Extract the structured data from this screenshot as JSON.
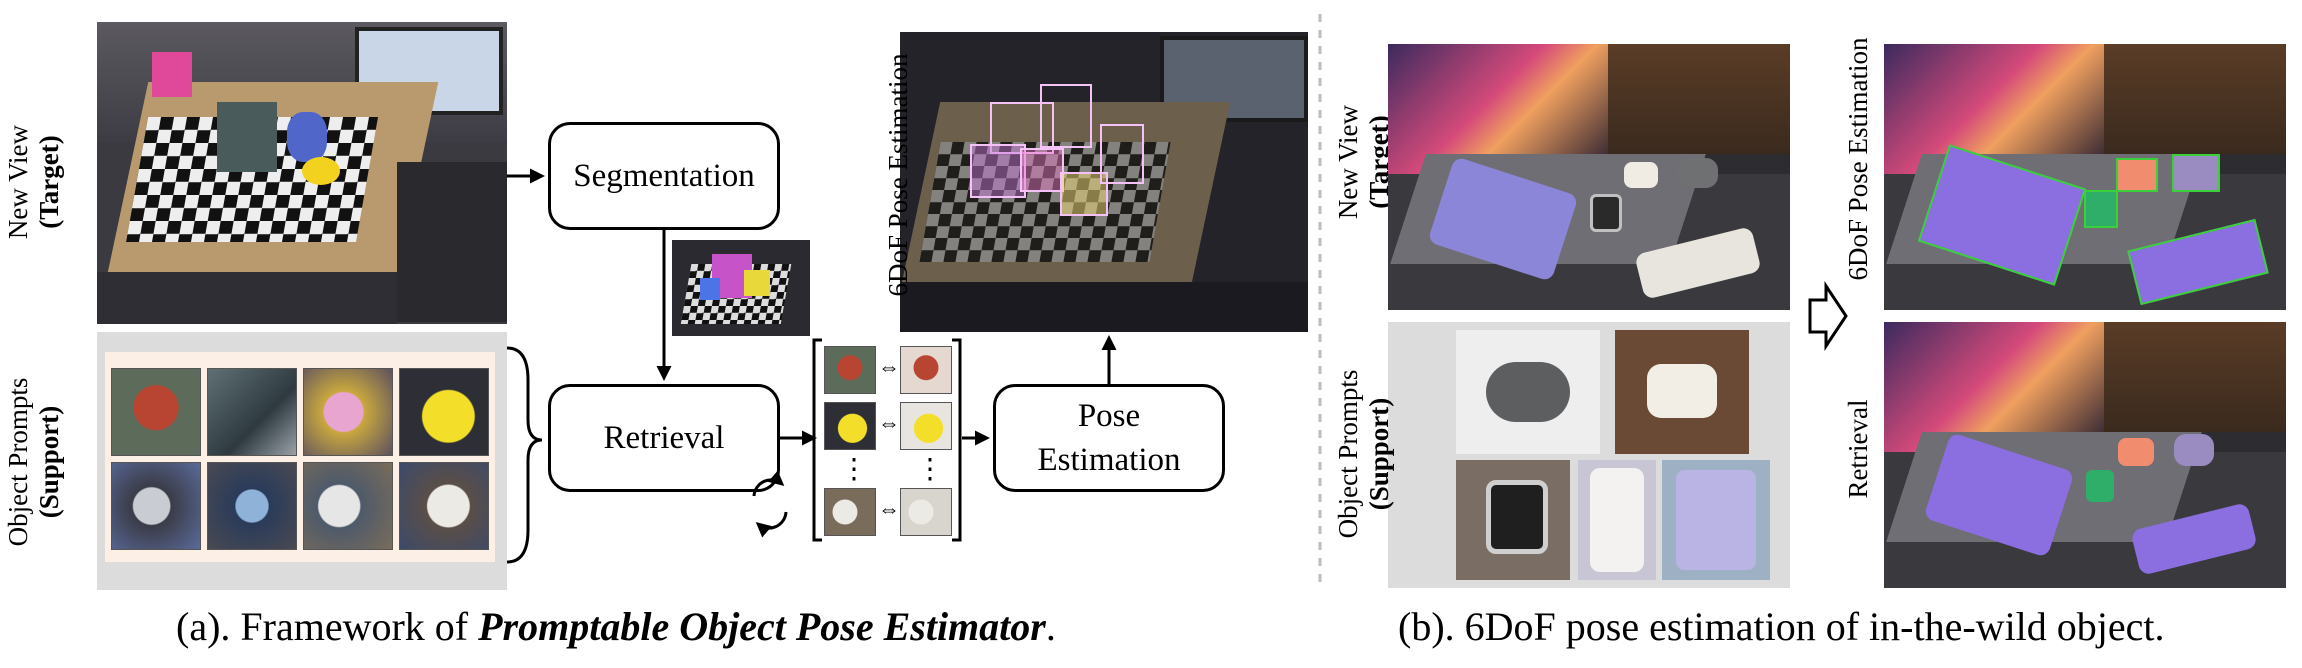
{
  "panel_a": {
    "target_label_line1": "New View",
    "target_label_line2": "(Target)",
    "support_label_line1": "Object Prompts",
    "support_label_line2": "(Support)",
    "pose_label": "6DoF Pose Estimation",
    "segmentation_label": "Segmentation",
    "retrieval_label": "Retrieval",
    "pose_estimation_label_line1": "Pose",
    "pose_estimation_label_line2": "Estimation",
    "dots": "⋮",
    "match_arrow": "⇔"
  },
  "panel_b": {
    "target_label_line1": "New View",
    "target_label_line2": "(Target)",
    "support_label_line1": "Object Prompts",
    "support_label_line2": "(Support)",
    "pose_label": "6DoF Pose Estimation",
    "retrieval_label": "Retrieval"
  },
  "captions": {
    "a_prefix": "(a). Framework of ",
    "a_emph": "Promptable Object Pose Estimator",
    "a_suffix": ".",
    "b": "(b). 6DoF pose estimation of in-the-wild object."
  },
  "colors": {
    "support_bg": "#dcdcdc",
    "support_inner": "#fbefe6",
    "wireframe": "#f4c2f7",
    "bbox_green": "#3ccf3c",
    "lavender": "#8b6fe0",
    "divider": "#bdbdbd"
  }
}
